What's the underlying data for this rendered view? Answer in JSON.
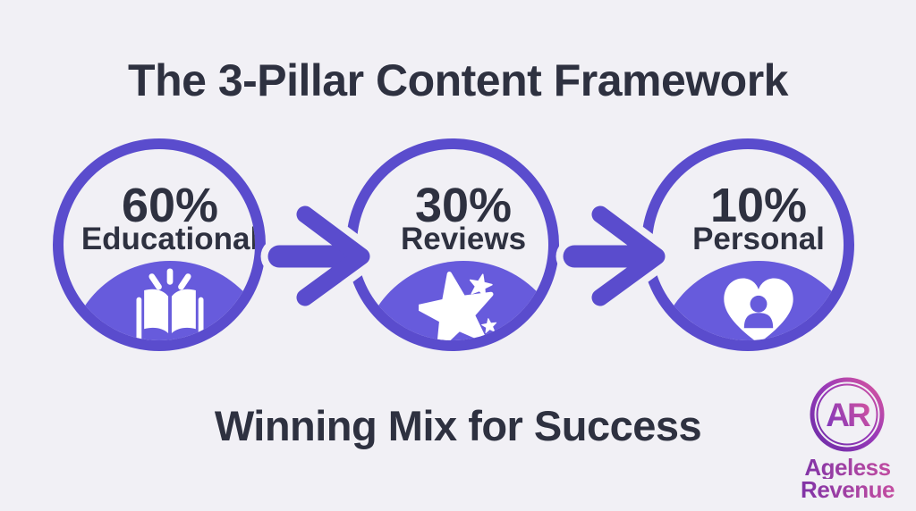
{
  "title": "The 3-Pillar Content Framework",
  "subtitle": "Winning Mix for Success",
  "pillars": [
    {
      "percent": "60%",
      "label": "Educational",
      "icon": "open-book-icon"
    },
    {
      "percent": "30%",
      "label": "Reviews",
      "icon": "stars-icon"
    },
    {
      "percent": "10%",
      "label": "Personal",
      "icon": "heart-user-icon"
    }
  ],
  "flow": {
    "arrow_1": "arrow-educational-to-reviews",
    "arrow_2": "arrow-reviews-to-personal"
  },
  "logo": {
    "monogram": "AR",
    "name_line1": "Ageless",
    "name_line2": "Revenue"
  },
  "colors": {
    "background": "#f1f0f5",
    "ring_purple": "#5a4ccd",
    "hill_purple": "#675bdc",
    "arrow_purple": "#5a4ccd",
    "text_dark": "#2e3140",
    "icon_white": "#ffffff",
    "logo_purple": "#6f2da8",
    "logo_pink": "#d4549f"
  }
}
